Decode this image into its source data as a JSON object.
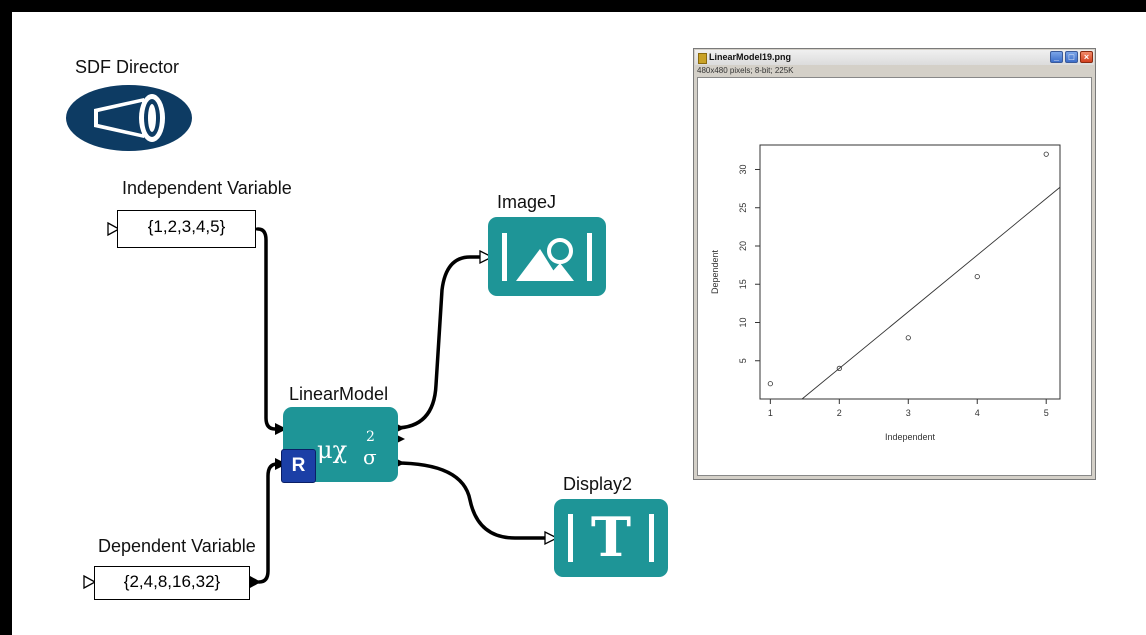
{
  "director": {
    "label": "SDF Director"
  },
  "independent": {
    "label": "Independent Variable",
    "value": "{1,2,3,4,5}"
  },
  "dependent": {
    "label": "Dependent Variable",
    "value": "{2,4,8,16,32}"
  },
  "linear_model": {
    "label": "LinearModel",
    "badge": "R"
  },
  "imagej": {
    "label": "ImageJ"
  },
  "display": {
    "label": "Display2",
    "glyph": "T"
  },
  "colors": {
    "actor": "#1e9597",
    "director": "#0d3b63",
    "r_badge": "#1b3fa6"
  },
  "image_window": {
    "title": "LinearModel19.png",
    "info": "480x480 pixels; 8-bit; 225K"
  },
  "chart_data": {
    "type": "scatter",
    "xlabel": "Independent",
    "ylabel": "Dependent",
    "x_ticks": [
      1,
      2,
      3,
      4,
      5
    ],
    "y_ticks": [
      5,
      10,
      15,
      20,
      25,
      30
    ],
    "xlim": [
      0.85,
      5.2
    ],
    "ylim": [
      0.0,
      33.2
    ],
    "points": [
      {
        "x": 1,
        "y": 2
      },
      {
        "x": 2,
        "y": 4
      },
      {
        "x": 3,
        "y": 8
      },
      {
        "x": 4,
        "y": 16
      },
      {
        "x": 5,
        "y": 32
      }
    ],
    "fit_line": {
      "intercept": -10.8,
      "slope": 7.4
    }
  }
}
